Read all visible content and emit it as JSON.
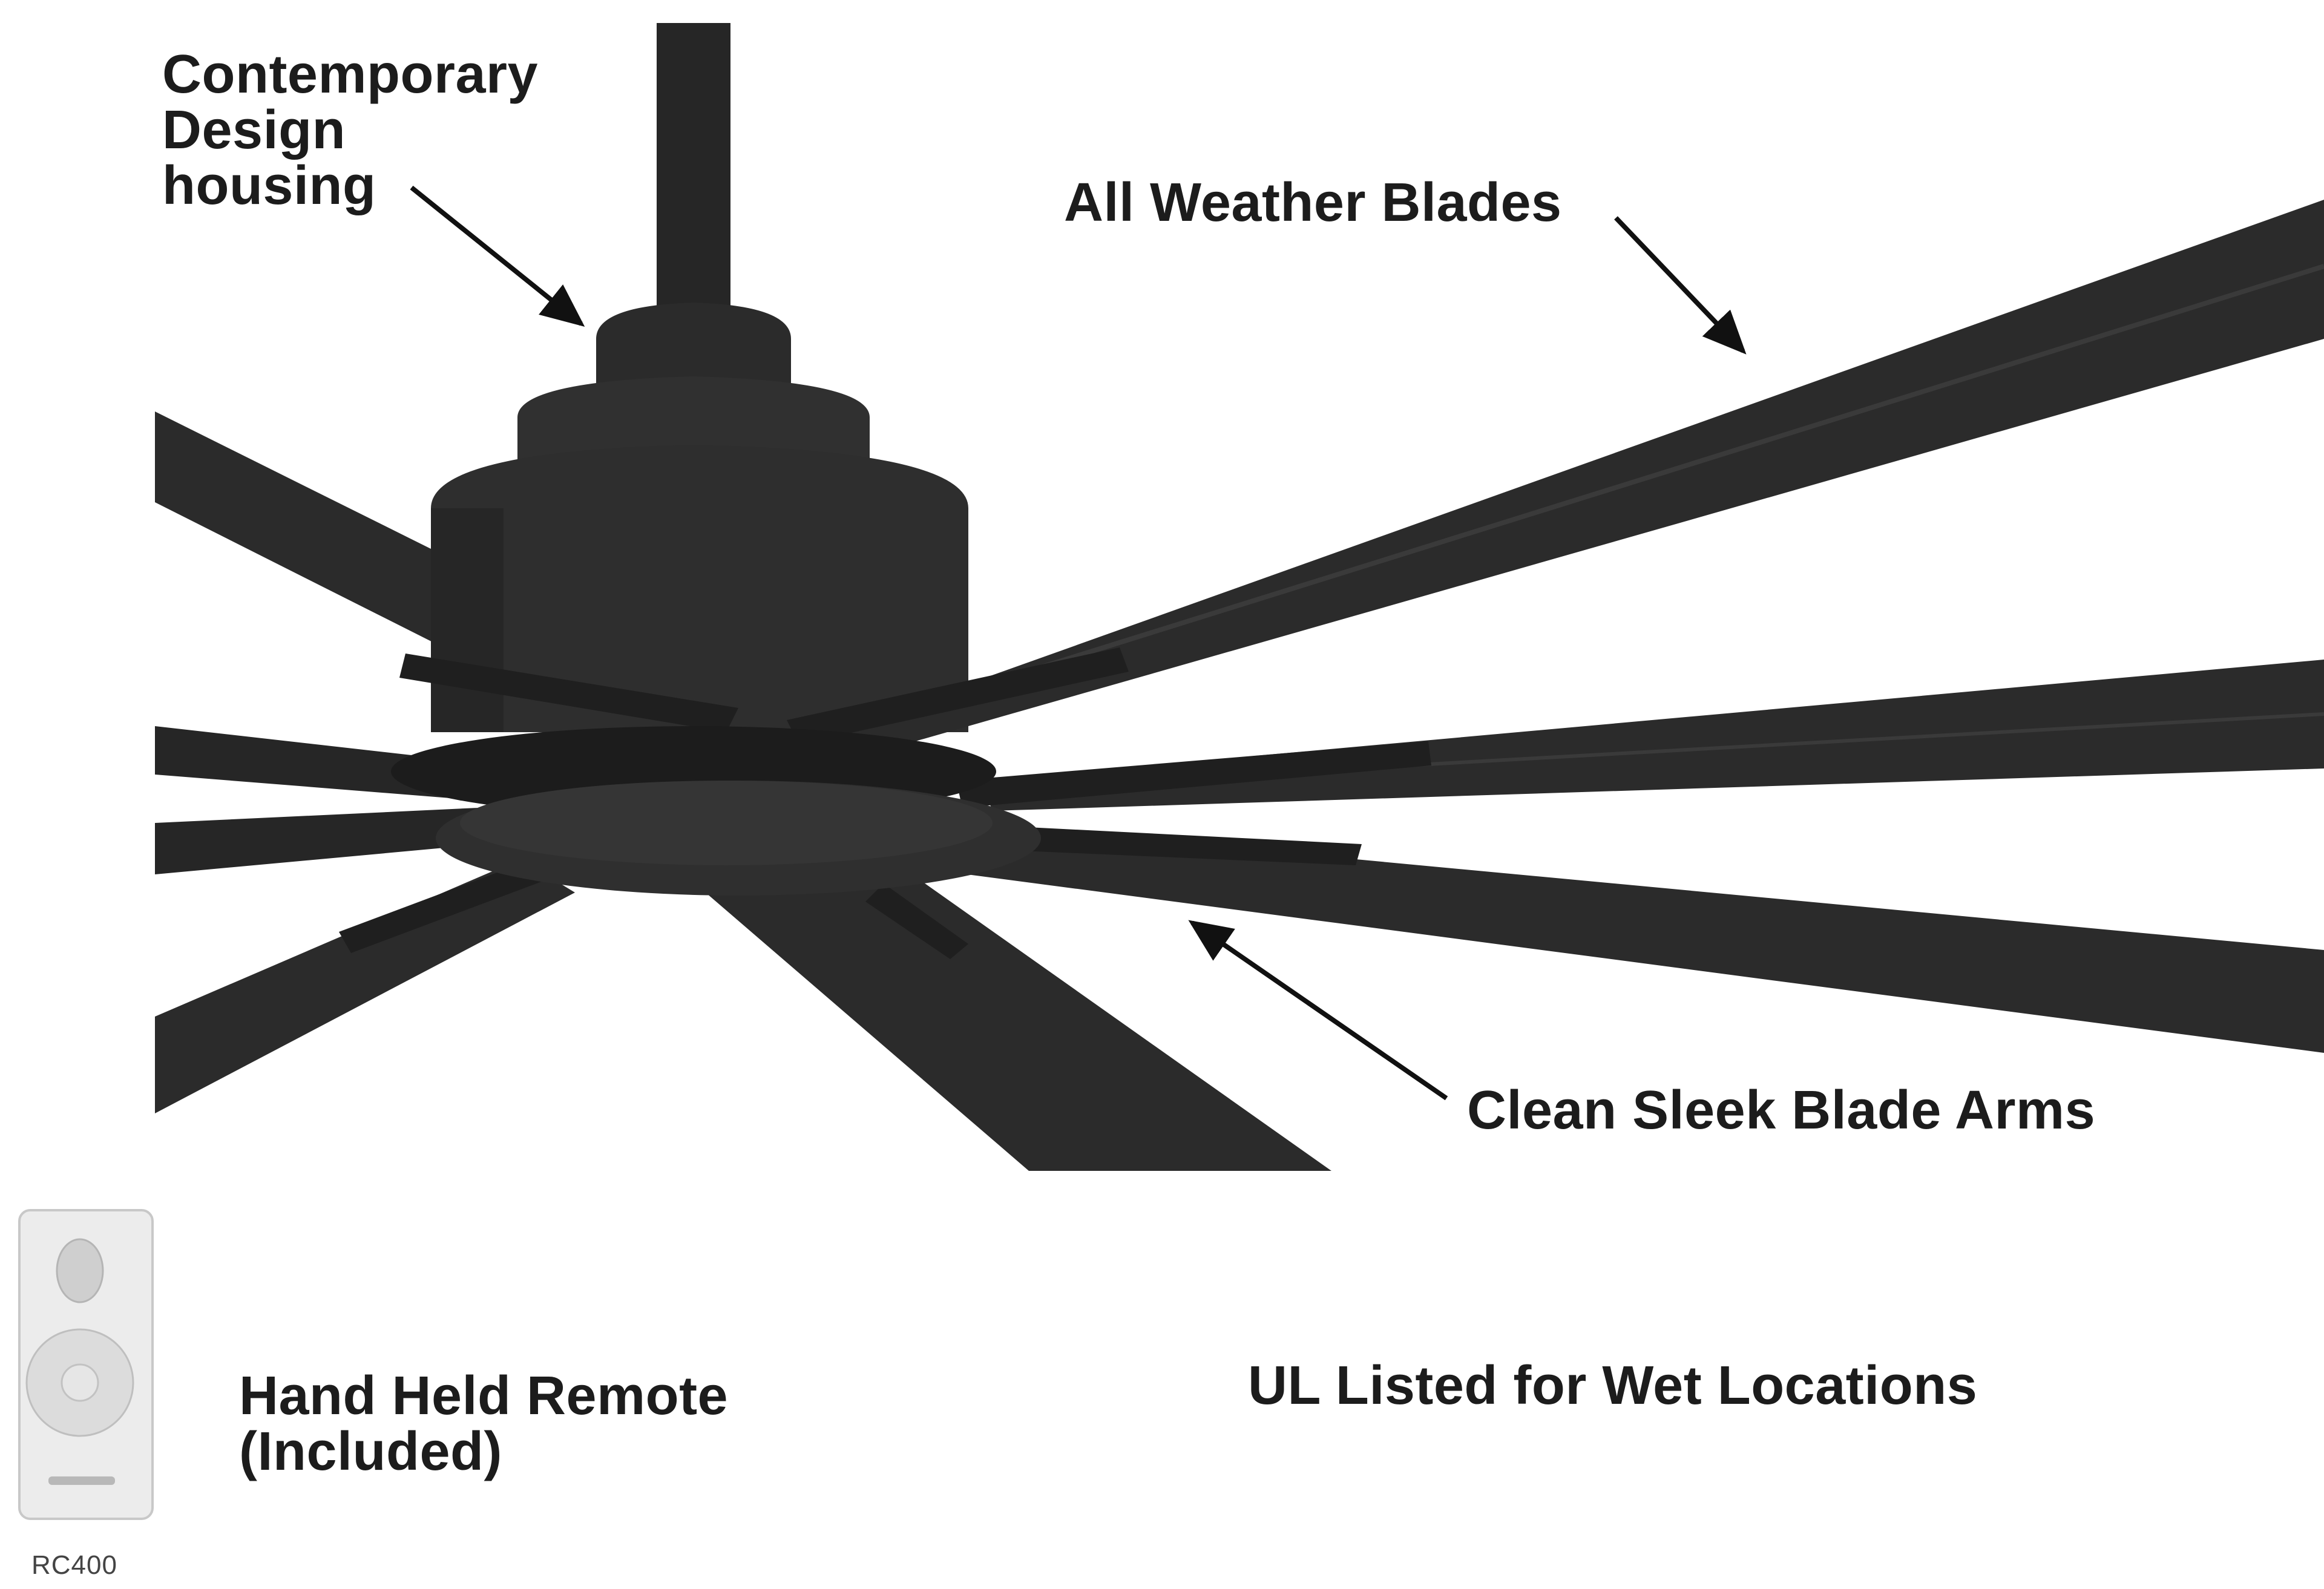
{
  "callouts": {
    "housing": [
      "Contemporary",
      "Design",
      "housing"
    ],
    "blades": "All Weather Blades",
    "arms": "Clean Sleek Blade Arms",
    "remote": [
      "Hand Held Remote",
      "(Included)"
    ],
    "ul": "UL Listed for Wet Locations"
  },
  "remote_model": "RC400",
  "colors": {
    "fan_body": "#2b2b2b",
    "fan_shadow": "#1a1a1a",
    "fan_edge": "#3a3a3a",
    "text": "#1c1c1c",
    "remote_body": "#ececec"
  }
}
